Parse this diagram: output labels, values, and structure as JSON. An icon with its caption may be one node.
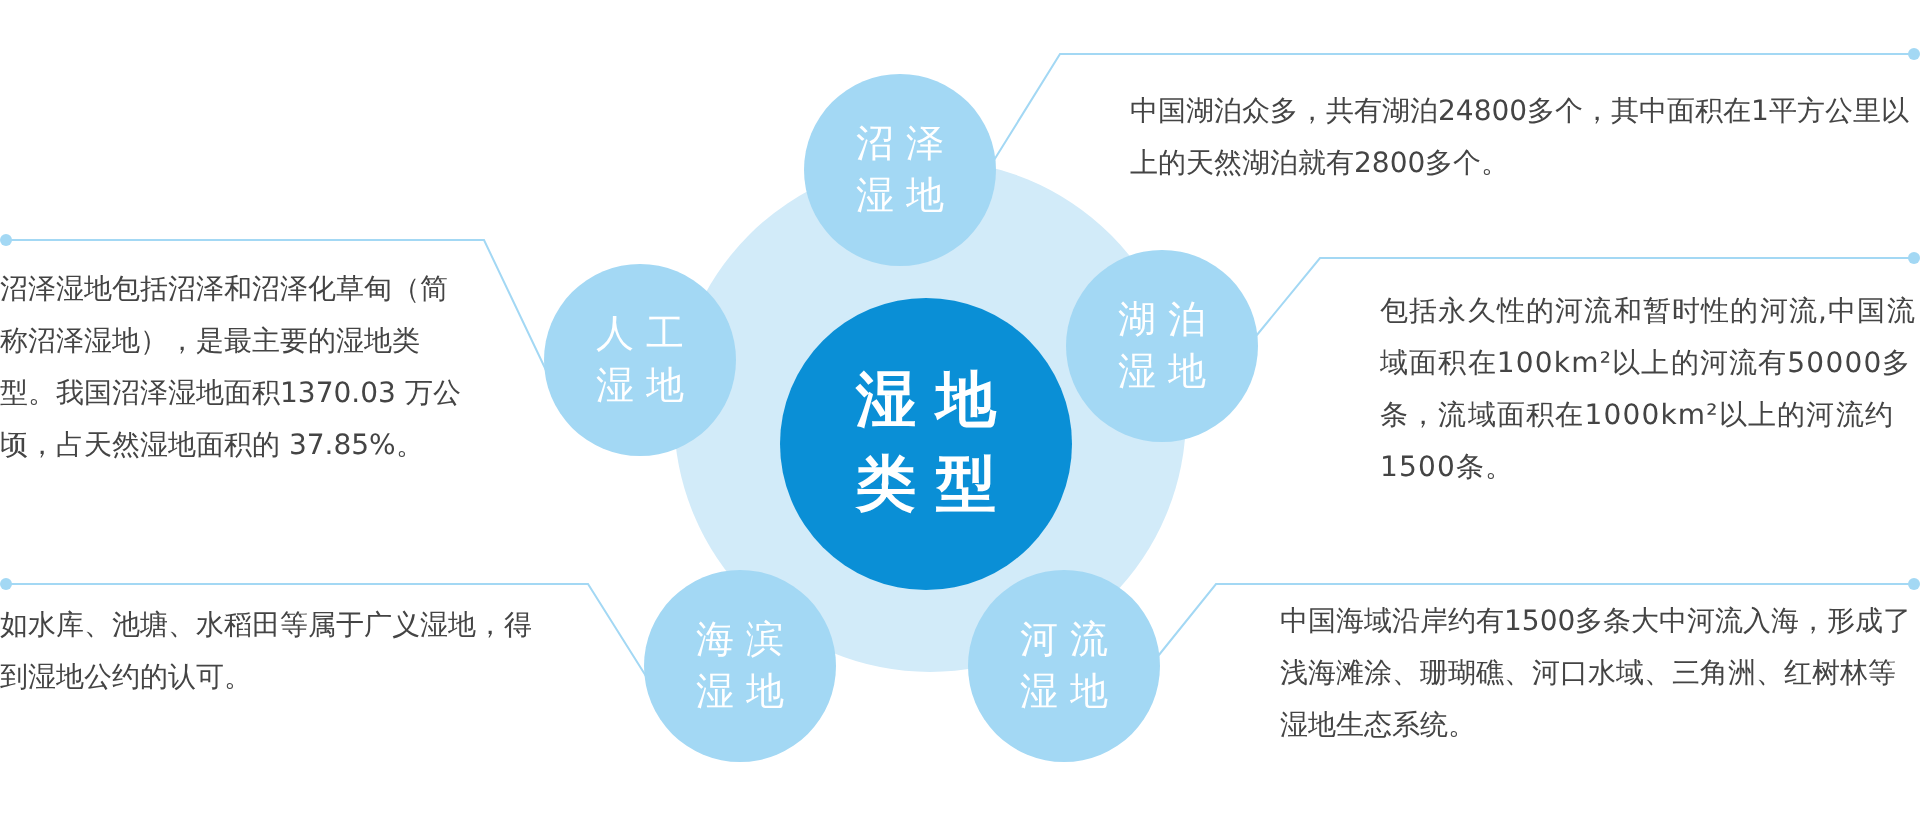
{
  "diagram": {
    "nodes": [
      {
        "text": [
          "湿地类型"
        ]
      },
      {
        "text": [
          "沼泽湿地"
        ]
      },
      {
        "text": [
          "湖泊湿地"
        ]
      },
      {
        "text": [
          "河流湿地"
        ]
      },
      {
        "text": [
          "海滨湿地"
        ]
      },
      {
        "text": [
          "人工湿地"
        ]
      },
      {
        "text": [
          "中国湖泊众多，共有湖泊24800多个，其中面积在1平方公里以上的天然湖泊就有2800多个。"
        ]
      },
      {
        "text": [
          "包括永久性的河流和暂时性的河流,中国流域面积在100km²以上的河流有50000多条，流域面积在1000km²以上的河流约1500条。"
        ]
      },
      {
        "text": [
          "中国海域沿岸约有1500多条大中河流入海，形成了浅海滩涂、珊瑚礁、河口水域、三角洲、红树林等湿地生态系统。"
        ]
      },
      {
        "text": [
          "如水库、池塘、水稻田等属于广义湿地，得到湿地公约的认可。"
        ]
      },
      {
        "text": [
          "沼泽湿地包括沼泽和沼泽化草甸（简称沼泽湿地），是最主要的湿地类型。我国沼泽湿地面积1370.03 万公顷，占天然湿地面积的 37.85%。"
        ]
      }
    ],
    "edges": [
      {
        "from": 1,
        "to": 6,
        "arrow": "other"
      },
      {
        "from": 2,
        "to": 7,
        "arrow": "other"
      },
      {
        "from": 3,
        "to": 8,
        "arrow": "other"
      },
      {
        "from": 4,
        "to": 9,
        "arrow": "other"
      },
      {
        "from": 5,
        "to": 10,
        "arrow": "other"
      }
    ]
  }
}
